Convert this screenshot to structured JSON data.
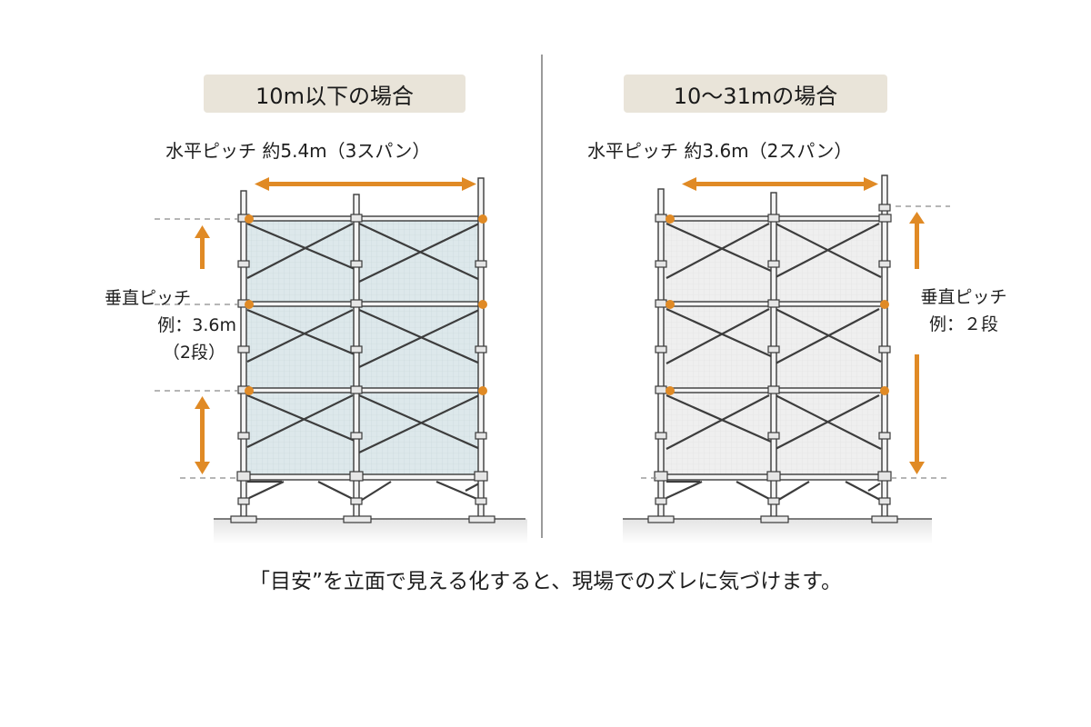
{
  "colors": {
    "accent_orange": "#e08a25",
    "title_box_bg": "#e9e4d9",
    "pipe": "#4a4a4a",
    "net_left": "#dbe7ea",
    "net_right": "#ececec",
    "divider": "#9a9a9a"
  },
  "left_panel": {
    "title": "10m以下の場合",
    "horizontal_pitch": "水平ピッチ  約5.4m（3スパン）",
    "vertical_pitch": {
      "line1": "垂直ピッチ",
      "line2": "例：3.6m",
      "line3": "（2段）"
    },
    "spans": 2,
    "levels": 3
  },
  "right_panel": {
    "title": "10〜31mの場合",
    "horizontal_pitch": "水平ピッチ 約3.6m（2スパン）",
    "vertical_pitch": {
      "line1": "垂直ピッチ",
      "line2": "例：２段"
    },
    "spans": 2,
    "levels": 3
  },
  "caption": "「目安”を立面で見える化すると、現場でのズレに気づけます。",
  "icons": {
    "horizontal_arrow": "double-arrow-horizontal",
    "vertical_arrow": "arrow-vertical",
    "joint_marker": "orange-dot"
  }
}
